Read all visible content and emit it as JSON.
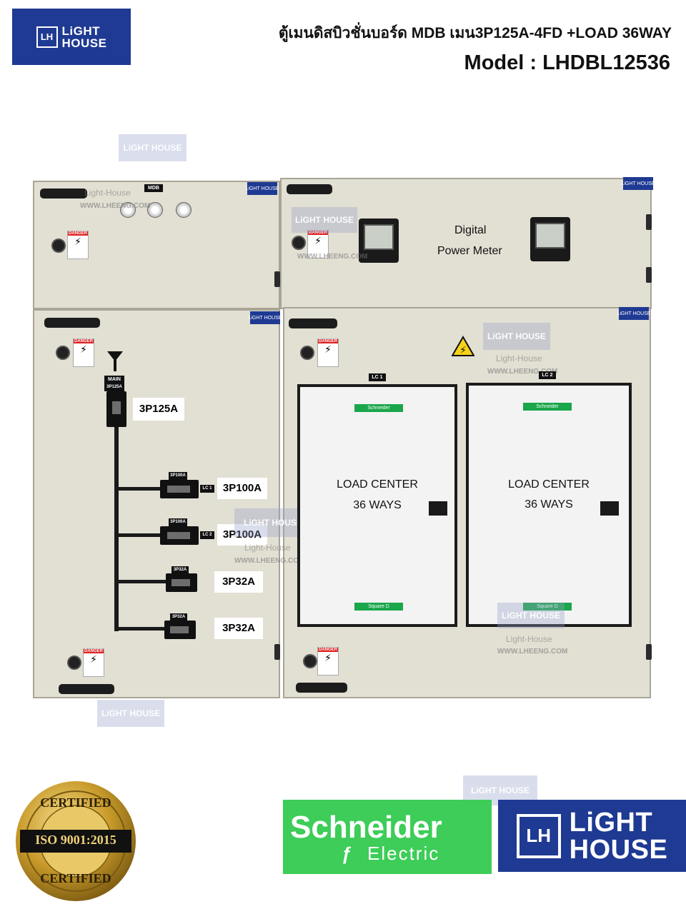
{
  "header": {
    "title": "ตู้เมนดิสบิวชั่นบอร์ด MDB เมน3P125A-4FD +LOAD 36WAY",
    "model": "Model : LHDBL12536"
  },
  "brand": {
    "name_top": "LiGHT",
    "name_bottom": "HOUSE",
    "mark": "LH",
    "color": "#1f3a93"
  },
  "watermark": {
    "name": "Light-House",
    "url": "WWW.LHEENG.COM"
  },
  "panel_labels": {
    "mdb": "MDB",
    "main": "MAIN",
    "main_rating": "3P125A",
    "lc1": "LC 1",
    "lc2": "LC 2",
    "danger": "DANGER",
    "high_voltage": "High voltage."
  },
  "meter": {
    "line1": "Digital",
    "line2": "Power Meter"
  },
  "breakers": [
    {
      "tag": "3P125A",
      "small": "3P125A",
      "lc": ""
    },
    {
      "tag": "3P100A",
      "small": "3P100A",
      "lc": "LC 1"
    },
    {
      "tag": "3P100A",
      "small": "3P100A",
      "lc": "LC 2"
    },
    {
      "tag": "3P32A",
      "small": "3P32A",
      "lc": ""
    },
    {
      "tag": "3P32A",
      "small": "3P32A",
      "lc": ""
    }
  ],
  "load_centers": [
    {
      "line1": "LOAD CENTER",
      "line2": "36 WAYS",
      "top_tag": "Schneider",
      "bottom_tag": "Square D"
    },
    {
      "line1": "LOAD CENTER",
      "line2": "36 WAYS",
      "top_tag": "Schneider",
      "bottom_tag": "Square D"
    }
  ],
  "iso": {
    "top": "CERTIFIED",
    "middle": "ISO 9001:2015",
    "bottom": "CERTIFIED",
    "color": "#c89a2a"
  },
  "schneider": {
    "line1": "Schneider",
    "line2": "Electric",
    "color": "#3dcd58"
  }
}
